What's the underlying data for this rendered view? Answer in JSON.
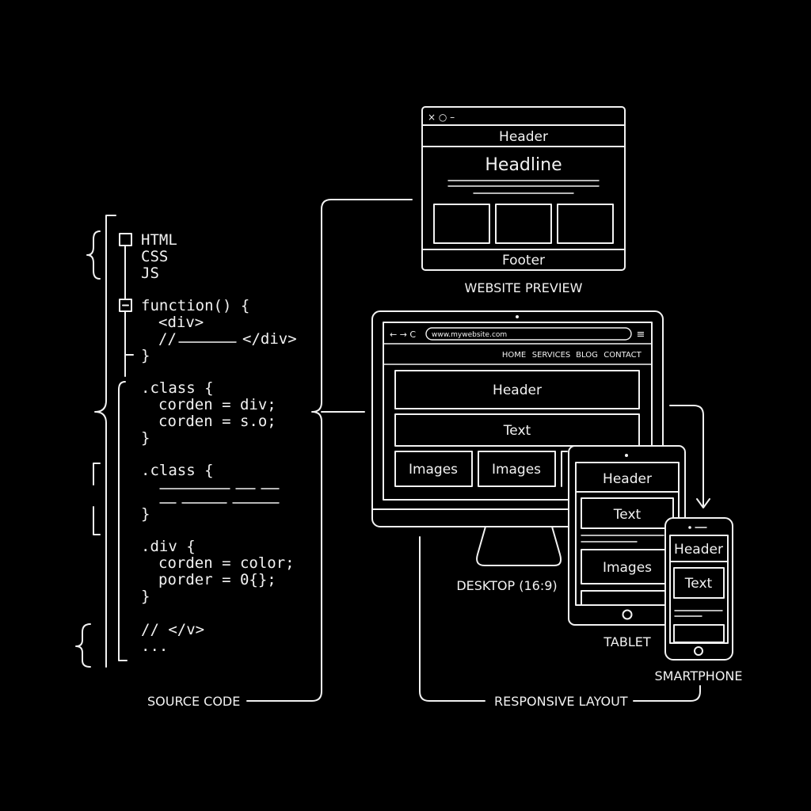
{
  "source_code": {
    "label": "SOURCE CODE",
    "lines": {
      "html": "HTML",
      "css": "CSS",
      "js": "JS",
      "function_open": "function() {",
      "div_open": "<div>",
      "comment": "//",
      "div_close": "</div>",
      "close1": "}",
      "class1": ".class {",
      "corden_div": "corden = div;",
      "corden_so": "corden = s.o;",
      "close2": "}",
      "class2": ".class {",
      "close3": "}",
      "div_rule": ".div {",
      "corden_color": "corden = color;",
      "border": "porder = 0{};",
      "close4": "}",
      "comment_v": "// </v>",
      "ellipsis": "..."
    }
  },
  "website_preview": {
    "label": "WEBSITE PREVIEW",
    "controls": "× ○ –",
    "header": "Header",
    "headline": "Headline",
    "footer": "Footer"
  },
  "desktop": {
    "label": "DESKTOP (16:9)",
    "url": "www.mywebsite.com",
    "nav_glyphs": "← → C",
    "menu_icon": "≡",
    "nav": [
      "HOME",
      "SERVICES",
      "BLOG",
      "CONTACT"
    ],
    "header": "Header",
    "text": "Text",
    "images": [
      "Images",
      "Images"
    ]
  },
  "tablet": {
    "label": "TABLET",
    "header": "Header",
    "text": "Text",
    "images": "Images"
  },
  "smartphone": {
    "label": "SMARTPHONE",
    "header": "Header",
    "text": "Text"
  },
  "responsive_layout": {
    "label": "RESPONSIVE LAYOUT"
  }
}
